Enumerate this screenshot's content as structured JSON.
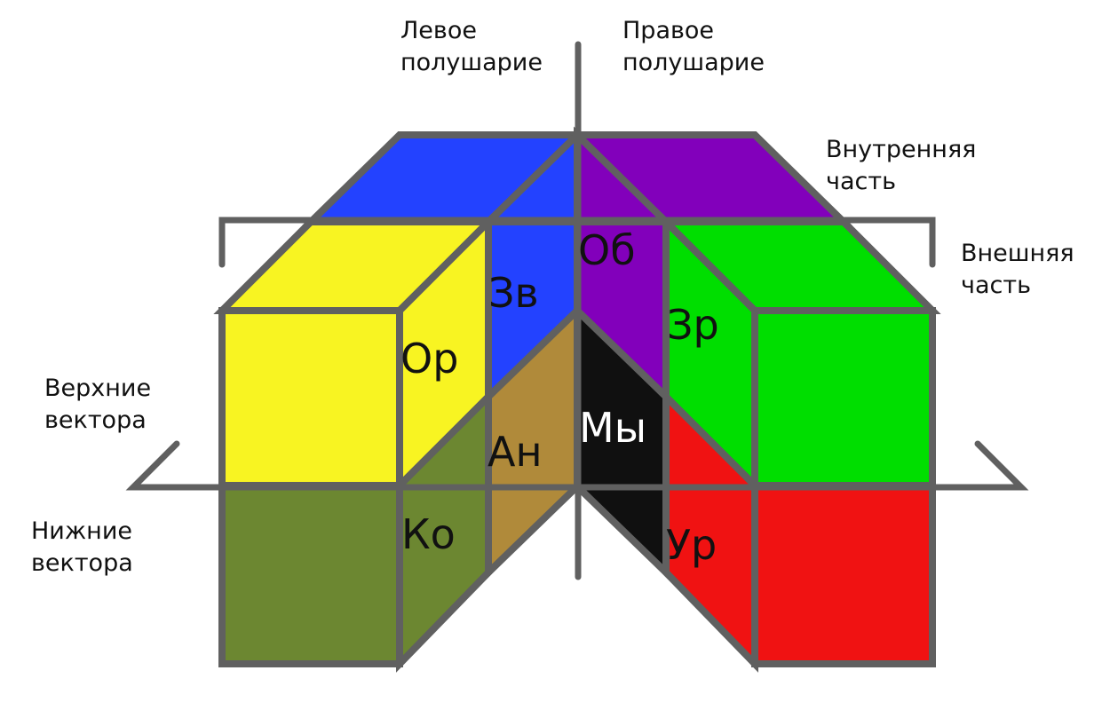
{
  "axis_labels": {
    "left_hemisphere": [
      "Левое",
      "полушарие"
    ],
    "right_hemisphere": [
      "Правое",
      "полушарие"
    ],
    "inner_part": [
      "Внутренняя",
      "часть"
    ],
    "outer_part": [
      "Внешняя",
      "часть"
    ],
    "upper_vectors": [
      "Верхние",
      "вектора"
    ],
    "lower_vectors": [
      "Нижние",
      "вектора"
    ]
  },
  "vectors": {
    "zv": {
      "label": "Зв",
      "color": "#2342ff"
    },
    "ob": {
      "label": "Об",
      "color": "#8200bb"
    },
    "or": {
      "label": "Ор",
      "color": "#f8f422"
    },
    "zr": {
      "label": "Зр",
      "color": "#00de00"
    },
    "an": {
      "label": "Ан",
      "color": "#b08a3a"
    },
    "my": {
      "label": "Мы",
      "color": "#101010"
    },
    "ko": {
      "label": "Ко",
      "color": "#6c8731"
    },
    "ur": {
      "label": "Ур",
      "color": "#f01212"
    }
  }
}
